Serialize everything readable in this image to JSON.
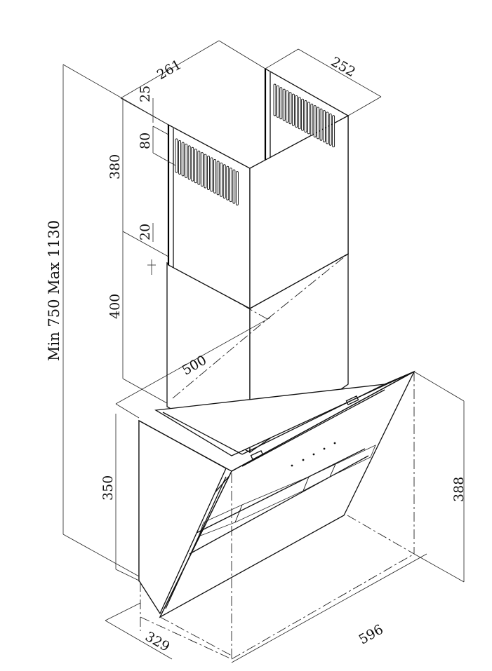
{
  "dimensions": {
    "chimney_width": "261",
    "chimney_depth": "252",
    "top_gap": "25",
    "vent_offset": "80",
    "upper_chimney_height": "380",
    "overlap": "20",
    "lower_chimney_height": "400",
    "total_height": "Min 750 Max 1130",
    "hood_width_top": "500",
    "body_height": "350",
    "glass_height": "388",
    "hood_depth": "329",
    "hood_width": "596"
  }
}
